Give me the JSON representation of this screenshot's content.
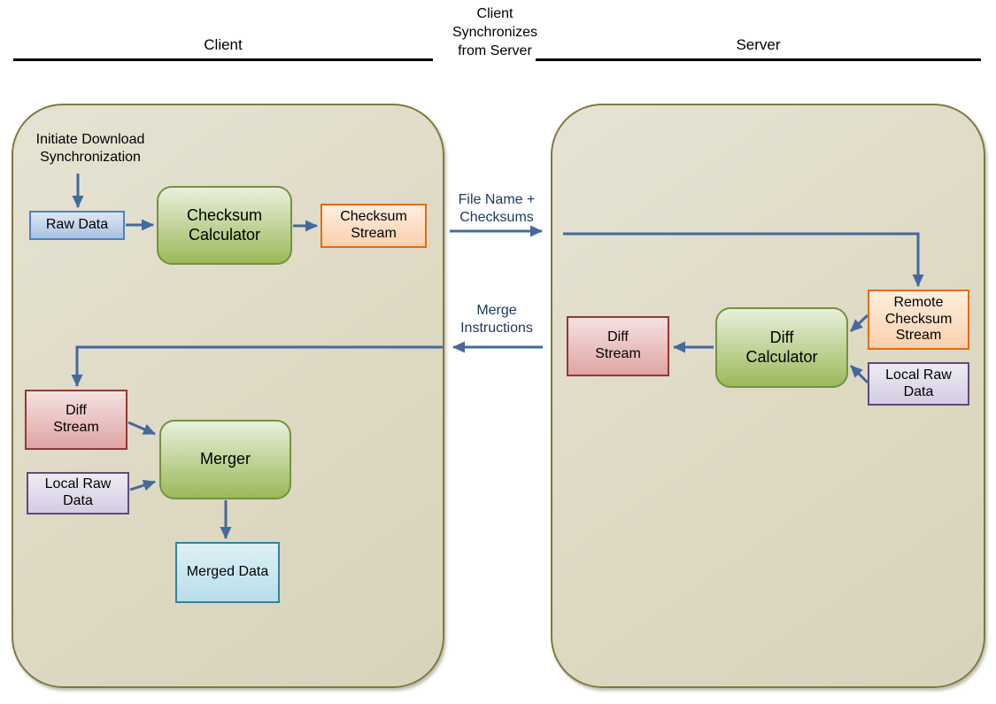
{
  "header": {
    "client_title": "Client",
    "middle_title": "Client\nSynchronizes\nfrom Server",
    "server_title": "Server"
  },
  "client": {
    "trigger": "Initiate Download\nSynchronization",
    "raw_data": "Raw Data",
    "checksum_calculator": "Checksum\nCalculator",
    "checksum_stream": "Checksum\nStream",
    "diff_stream": "Diff\nStream",
    "local_raw_data": "Local Raw\nData",
    "merger": "Merger",
    "merged_data": "Merged Data"
  },
  "server": {
    "remote_checksum_stream": "Remote\nChecksum\nStream",
    "diff_calculator": "Diff\nCalculator",
    "local_raw_data": "Local Raw\nData",
    "diff_stream": "Diff\nStream"
  },
  "flows": {
    "to_server": "File Name +\nChecksums",
    "to_client": "Merge\nInstructions"
  },
  "colors": {
    "arrow": "#44699c",
    "flow_label_text": "#1f3864",
    "container_fill": "#ddd9c3",
    "container_border": "#7d7a3f",
    "blue_fill": "#b8cce4",
    "blue_border": "#4f81bd",
    "orange_fill": "#fbd5b5",
    "orange_border": "#e36d0b",
    "green_fill": "#9bb959",
    "green_border": "#76923d",
    "red_fill": "#e0a7a6",
    "red_border": "#943735",
    "purple_fill": "#d4cce3",
    "purple_border": "#60497b",
    "cyan_fill": "#b9deea",
    "cyan_border": "#31849b"
  }
}
